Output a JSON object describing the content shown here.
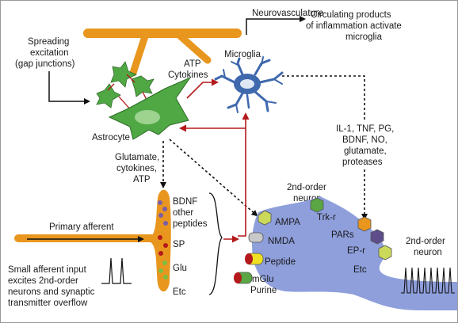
{
  "labels": {
    "neurovasculature": "Neurovasculature",
    "circulating_line1": "Circulating products",
    "circulating_line2": "of inflammation activate",
    "circulating_line3": "microglia",
    "spreading_line1": "Spreading",
    "spreading_line2": "excitation",
    "spreading_line3": "(gap junctions)",
    "atp": "ATP",
    "cytokines": "Cytokines",
    "microglia": "Microglia",
    "astrocyte": "Astrocyte",
    "mediators_line1": "IL-1, TNF, PG,",
    "mediators_line2": "BDNF, NO,",
    "mediators_line3": "glutamate,",
    "mediators_line4": "proteases",
    "glutamate_line1": "Glutamate,",
    "glutamate_line2": "cytokines,",
    "glutamate_line3": "ATP",
    "second_order_main_sup": "2nd-order",
    "second_order_main_line2": "neuron",
    "bdnf": "BDNF",
    "other": "other",
    "peptides": "peptides",
    "sp": "SP",
    "glu": "Glu",
    "etc_left": "Etc",
    "primary_afferent": "Primary afferent",
    "small_line1": "Small afferent input",
    "small_line2": "excites 2nd-order",
    "small_line3": "neurons and synaptic",
    "small_line4": "transmitter overflow",
    "ampa": "AMPA",
    "nmda": "NMDA",
    "peptide": "Peptide",
    "mglu": "mGlu",
    "purine": "Purine",
    "trk_r": "Trk-r",
    "pars": "PARs",
    "ep_r": "EP-r",
    "etc_right": "Etc",
    "second_order_right_line1": "2nd-order",
    "second_order_right_line2": "neuron"
  },
  "colors": {
    "vessel": "#e8961e",
    "microglia": "#3f68ad",
    "microglia_nucleus": "#dfe7f5",
    "astrocyte": "#4fa843",
    "astrocyte_light": "#9dd28f",
    "afferent": "#e8961e",
    "neuron": "#8e9fdc",
    "arrow_red": "#b4191b",
    "arrow_black": "#111111",
    "receptor_green": "#5aa645",
    "receptor_grey": "#c9c9c9",
    "receptor_yellow": "#f0e024",
    "receptor_purple": "#5e4d8a",
    "receptor_yellowgreen": "#cbd95a",
    "vesicle_purple": "#7b5ea7",
    "vesicle_green": "#7bbf3f",
    "vesicle_red": "#c0392b"
  }
}
